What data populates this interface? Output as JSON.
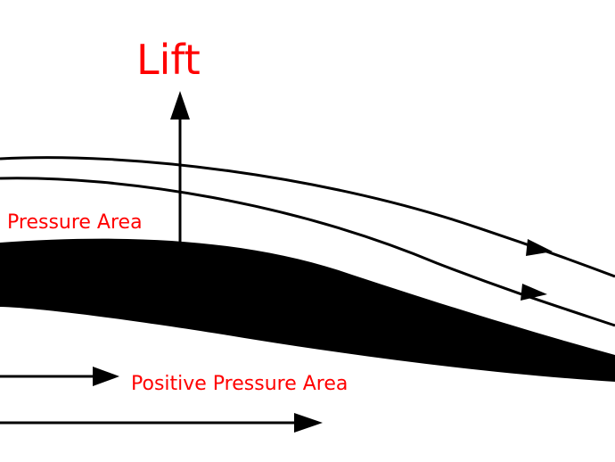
{
  "labels": {
    "lift": "Lift",
    "low_pressure": "Pressure Area",
    "high_pressure": "Positive Pressure Area"
  },
  "colors": {
    "label_color": "#ff0000",
    "line_color": "#000000",
    "airfoil_fill": "#000000",
    "background": "#ffffff"
  }
}
